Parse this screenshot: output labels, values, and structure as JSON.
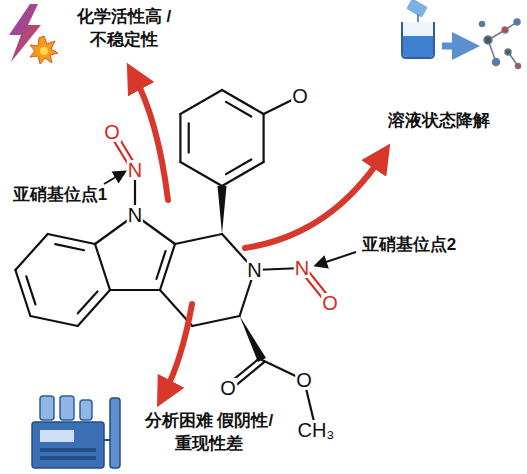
{
  "diagram": {
    "labels": [
      "化学活性高 / 不稳定性",
      "溶液状态降解",
      "亚硝基位点1",
      "亚硝基位点2",
      "分析困难 假阴性/重现性差",
      "O",
      "N",
      "N",
      "O",
      "N",
      "N",
      "O",
      "O",
      "O",
      "CH₃"
    ]
  }
}
